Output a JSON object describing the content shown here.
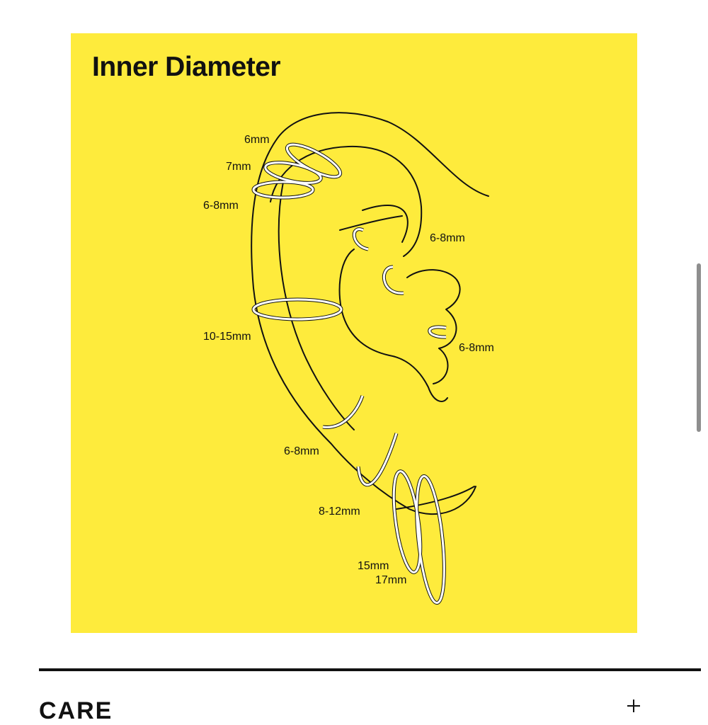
{
  "panel": {
    "title": "Inner Diameter",
    "background_color": "#feeb3c",
    "line_color": "#111111",
    "ring_color": "#ffffff"
  },
  "labels": {
    "helix_top": "6mm",
    "helix_mid": "7mm",
    "helix_low": "6-8mm",
    "daith": "6-8mm",
    "flat": "10-15mm",
    "tragus": "6-8mm",
    "upper_lobe": "6-8mm",
    "mid_lobe": "8-12mm",
    "lobe_15": "15mm",
    "lobe_17": "17mm"
  },
  "section": {
    "heading": "CARE",
    "expand_icon": "plus-icon"
  },
  "scrollbar_color": "#8e8e8e"
}
